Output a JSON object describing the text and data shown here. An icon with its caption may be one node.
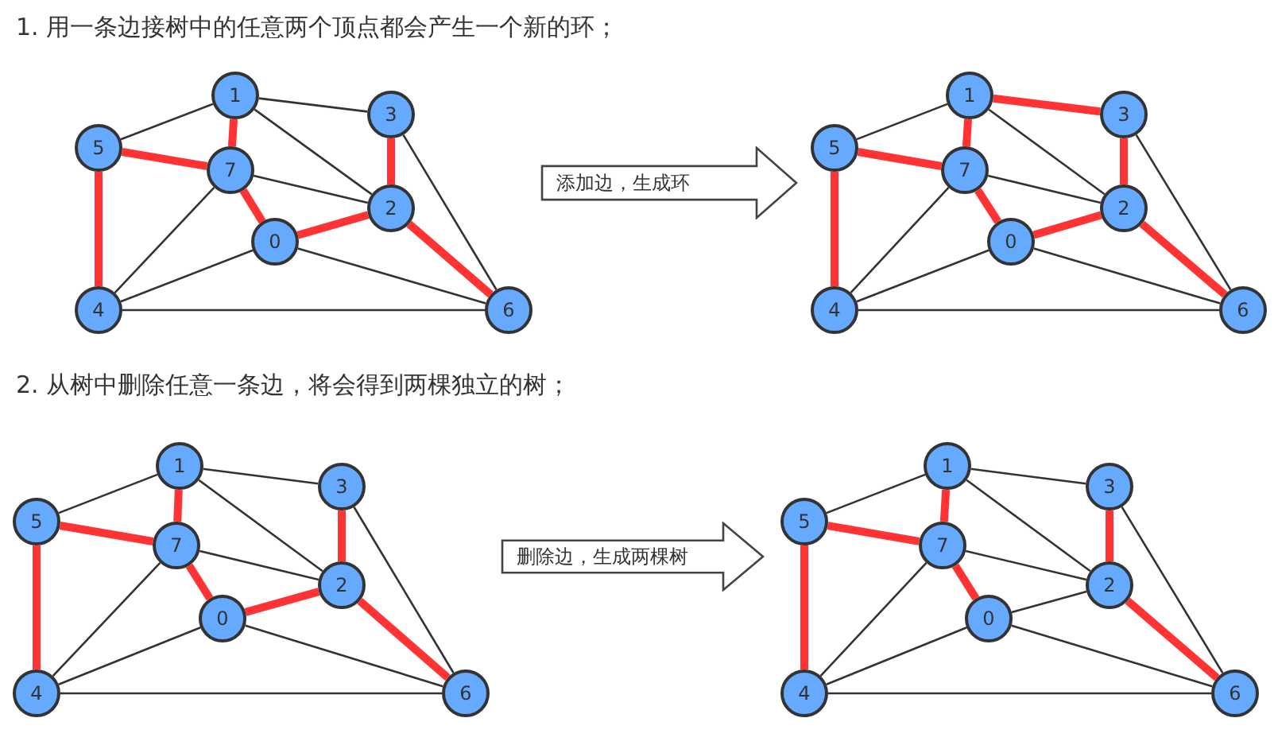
{
  "diagram": {
    "nodes": [
      {
        "text": [
          "0"
        ]
      },
      {
        "text": [
          "1"
        ]
      },
      {
        "text": [
          "2"
        ]
      },
      {
        "text": [
          "3"
        ]
      },
      {
        "text": [
          "4"
        ]
      },
      {
        "text": [
          "5"
        ]
      },
      {
        "text": [
          "6"
        ]
      },
      {
        "text": [
          "7"
        ]
      },
      {
        "text": [
          "添加边，生成环"
        ]
      },
      {
        "text": [
          "0"
        ]
      },
      {
        "text": [
          "1"
        ]
      },
      {
        "text": [
          "2"
        ]
      },
      {
        "text": [
          "3"
        ]
      },
      {
        "text": [
          "4"
        ]
      },
      {
        "text": [
          "5"
        ]
      },
      {
        "text": [
          "6"
        ]
      },
      {
        "text": [
          "7"
        ]
      },
      {
        "text": [
          "0"
        ]
      },
      {
        "text": [
          "1"
        ]
      },
      {
        "text": [
          "2"
        ]
      },
      {
        "text": [
          "3"
        ]
      },
      {
        "text": [
          "4"
        ]
      },
      {
        "text": [
          "5"
        ]
      },
      {
        "text": [
          "6"
        ]
      },
      {
        "text": [
          "7"
        ]
      },
      {
        "text": [
          "删除边，生成两棵树"
        ]
      },
      {
        "text": [
          "0"
        ]
      },
      {
        "text": [
          "1"
        ]
      },
      {
        "text": [
          "2"
        ]
      },
      {
        "text": [
          "3"
        ]
      },
      {
        "text": [
          "4"
        ]
      },
      {
        "text": [
          "5"
        ]
      },
      {
        "text": [
          "6"
        ]
      },
      {
        "text": [
          "7"
        ]
      }
    ],
    "edges": [
      {
        "from": 1,
        "to": 5,
        "arrow": "none"
      },
      {
        "from": 1,
        "to": 7,
        "arrow": "none",
        "style": "thick",
        "color": "#ff3333"
      },
      {
        "from": 1,
        "to": 3,
        "arrow": "none"
      },
      {
        "from": 1,
        "to": 2,
        "arrow": "none"
      },
      {
        "from": 5,
        "to": 7,
        "arrow": "none",
        "style": "thick",
        "color": "#ff3333"
      },
      {
        "from": 5,
        "to": 4,
        "arrow": "none",
        "style": "thick",
        "color": "#ff3333"
      },
      {
        "from": 7,
        "to": 2,
        "arrow": "none"
      },
      {
        "from": 7,
        "to": 0,
        "arrow": "none",
        "style": "thick",
        "color": "#ff3333"
      },
      {
        "from": 7,
        "to": 4,
        "arrow": "none"
      },
      {
        "from": 0,
        "to": 2,
        "arrow": "none",
        "style": "thick",
        "color": "#ff3333"
      },
      {
        "from": 0,
        "to": 4,
        "arrow": "none"
      },
      {
        "from": 0,
        "to": 6,
        "arrow": "none"
      },
      {
        "from": 3,
        "to": 2,
        "arrow": "none",
        "style": "thick",
        "color": "#ff3333"
      },
      {
        "from": 3,
        "to": 6,
        "arrow": "none"
      },
      {
        "from": 2,
        "to": 6,
        "arrow": "none",
        "style": "thick",
        "color": "#ff3333"
      },
      {
        "from": 4,
        "to": 6,
        "arrow": "none"
      },
      {
        "from": 10,
        "to": 14,
        "arrow": "none"
      },
      {
        "from": 10,
        "to": 16,
        "arrow": "none",
        "style": "thick",
        "color": "#ff3333"
      },
      {
        "from": 10,
        "to": 12,
        "arrow": "none",
        "style": "thick",
        "color": "#ff3333"
      },
      {
        "from": 10,
        "to": 11,
        "arrow": "none"
      },
      {
        "from": 14,
        "to": 16,
        "arrow": "none",
        "style": "thick",
        "color": "#ff3333"
      },
      {
        "from": 14,
        "to": 13,
        "arrow": "none",
        "style": "thick",
        "color": "#ff3333"
      },
      {
        "from": 16,
        "to": 11,
        "arrow": "none"
      },
      {
        "from": 16,
        "to": 9,
        "arrow": "none",
        "style": "thick",
        "color": "#ff3333"
      },
      {
        "from": 16,
        "to": 13,
        "arrow": "none"
      },
      {
        "from": 9,
        "to": 11,
        "arrow": "none",
        "style": "thick",
        "color": "#ff3333"
      },
      {
        "from": 9,
        "to": 13,
        "arrow": "none"
      },
      {
        "from": 9,
        "to": 15,
        "arrow": "none"
      },
      {
        "from": 12,
        "to": 11,
        "arrow": "none",
        "style": "thick",
        "color": "#ff3333"
      },
      {
        "from": 12,
        "to": 15,
        "arrow": "none"
      },
      {
        "from": 11,
        "to": 15,
        "arrow": "none",
        "style": "thick",
        "color": "#ff3333"
      },
      {
        "from": 13,
        "to": 15,
        "arrow": "none"
      },
      {
        "from": 18,
        "to": 22,
        "arrow": "none"
      },
      {
        "from": 18,
        "to": 24,
        "arrow": "none",
        "style": "thick",
        "color": "#ff3333"
      },
      {
        "from": 18,
        "to": 20,
        "arrow": "none"
      },
      {
        "from": 18,
        "to": 19,
        "arrow": "none"
      },
      {
        "from": 22,
        "to": 24,
        "arrow": "none",
        "style": "thick",
        "color": "#ff3333"
      },
      {
        "from": 22,
        "to": 21,
        "arrow": "none",
        "style": "thick",
        "color": "#ff3333"
      },
      {
        "from": 24,
        "to": 19,
        "arrow": "none"
      },
      {
        "from": 24,
        "to": 17,
        "arrow": "none",
        "style": "thick",
        "color": "#ff3333"
      },
      {
        "from": 24,
        "to": 21,
        "arrow": "none"
      },
      {
        "from": 17,
        "to": 19,
        "arrow": "none",
        "style": "thick",
        "color": "#ff3333"
      },
      {
        "from": 17,
        "to": 21,
        "arrow": "none"
      },
      {
        "from": 17,
        "to": 23,
        "arrow": "none"
      },
      {
        "from": 20,
        "to": 19,
        "arrow": "none",
        "style": "thick",
        "color": "#ff3333"
      },
      {
        "from": 20,
        "to": 23,
        "arrow": "none"
      },
      {
        "from": 19,
        "to": 23,
        "arrow": "none",
        "style": "thick",
        "color": "#ff3333"
      },
      {
        "from": 21,
        "to": 23,
        "arrow": "none"
      },
      {
        "from": 27,
        "to": 31,
        "arrow": "none"
      },
      {
        "from": 27,
        "to": 33,
        "arrow": "none",
        "style": "thick",
        "color": "#ff3333"
      },
      {
        "from": 27,
        "to": 29,
        "arrow": "none"
      },
      {
        "from": 27,
        "to": 28,
        "arrow": "none"
      },
      {
        "from": 31,
        "to": 33,
        "arrow": "none",
        "style": "thick",
        "color": "#ff3333"
      },
      {
        "from": 31,
        "to": 30,
        "arrow": "none",
        "style": "thick",
        "color": "#ff3333"
      },
      {
        "from": 33,
        "to": 28,
        "arrow": "none"
      },
      {
        "from": 33,
        "to": 26,
        "arrow": "none",
        "style": "thick",
        "color": "#ff3333"
      },
      {
        "from": 33,
        "to": 30,
        "arrow": "none"
      },
      {
        "from": 26,
        "to": 28,
        "arrow": "none"
      },
      {
        "from": 26,
        "to": 30,
        "arrow": "none"
      },
      {
        "from": 26,
        "to": 32,
        "arrow": "none"
      },
      {
        "from": 29,
        "to": 28,
        "arrow": "none",
        "style": "thick",
        "color": "#ff3333"
      },
      {
        "from": 29,
        "to": 32,
        "arrow": "none"
      },
      {
        "from": 28,
        "to": 32,
        "arrow": "none",
        "style": "thick",
        "color": "#ff3333"
      },
      {
        "from": 30,
        "to": 32,
        "arrow": "none"
      }
    ],
    "labels": [
      "1. 用一条边接树中的任意两个顶点都会产生一个新的环；",
      "2. 从树中删除任意一条边，将会得到两棵独立的树；"
    ]
  }
}
